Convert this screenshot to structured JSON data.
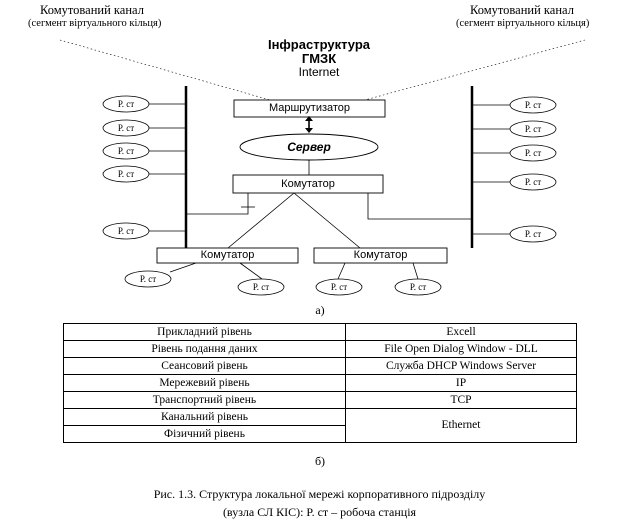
{
  "top_labels": {
    "left_channel": "Комутований канал",
    "left_channel_sub": "(сегмент віртуального кільця)",
    "right_channel": "Комутований канал",
    "right_channel_sub": "(сегмент віртуального кільця)",
    "infra_line1": "Інфраструктура",
    "infra_line2": "ГМЗК",
    "infra_line3": "Internet"
  },
  "nodes": {
    "router": "Маршрутизатор",
    "server": "Сервер",
    "switch_main": "Комутатор",
    "switch_left": "Комутатор",
    "switch_right": "Комутатор"
  },
  "workstation_label": "Р. ст",
  "sublabel_a": "а)",
  "sublabel_b": "б)",
  "osi_table": [
    {
      "layer": "Прикладний рівень",
      "value": "Excell"
    },
    {
      "layer": "Рівень подання даних",
      "value": "File Open Dialog Window - DLL"
    },
    {
      "layer": "Сеансовий рівень",
      "value": "Служба DHCP Windows Server"
    },
    {
      "layer": "Мережевий рівень",
      "value": "IP"
    },
    {
      "layer": "Транспортний рівень",
      "value": "TCP"
    },
    {
      "layer": "Канальний рівень",
      "value": "Ethernet"
    },
    {
      "layer": "Фізичний рівень",
      "value": ""
    }
  ],
  "caption_line1": "Рис. 1.3. Структура локальної мережі корпоративного підрозділу",
  "caption_line2": "(вузла СЛ КІС): Р. ст – робоча станція"
}
